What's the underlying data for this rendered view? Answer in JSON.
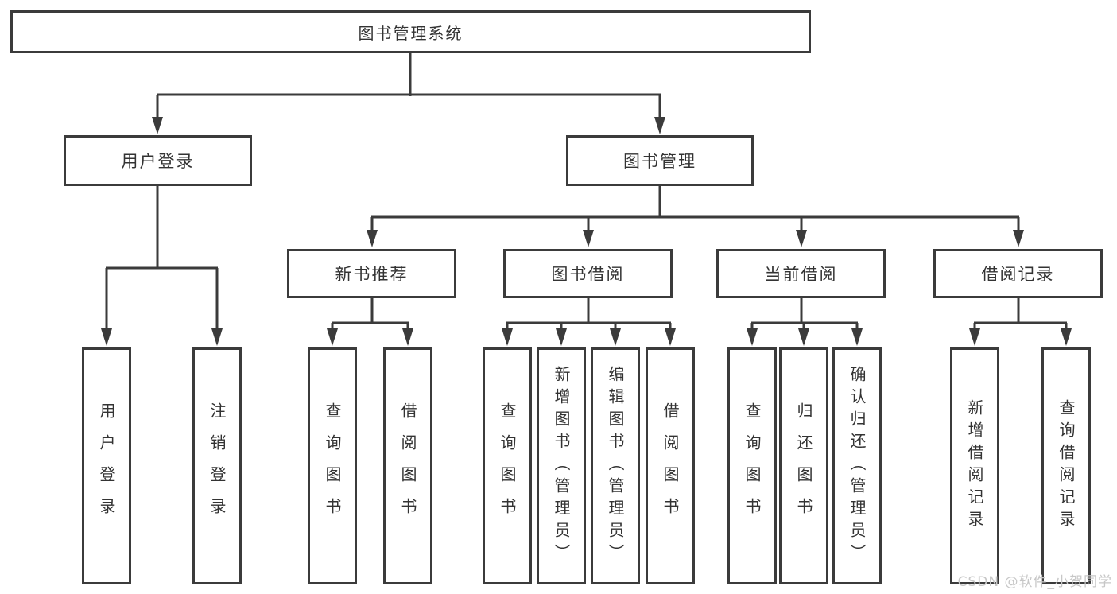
{
  "nodes": {
    "root": {
      "label": "图书管理系统"
    },
    "user_login": {
      "label": "用户登录"
    },
    "book_mgmt": {
      "label": "图书管理"
    },
    "new_books": {
      "label": "新书推荐"
    },
    "book_borrow": {
      "label": "图书借阅"
    },
    "current_borrow": {
      "label": "当前借阅"
    },
    "borrow_records": {
      "label": "借阅记录"
    },
    "leaf_login": {
      "label": "用户登录"
    },
    "leaf_logout": {
      "label": "注销登录"
    },
    "leaf_nb_query": {
      "label": "查询图书"
    },
    "leaf_nb_borrow": {
      "label": "借阅图书"
    },
    "leaf_bb_query": {
      "label": "查询图书"
    },
    "leaf_bb_add": {
      "label": "新增图书（管理员）"
    },
    "leaf_bb_edit": {
      "label": "编辑图书（管理员）"
    },
    "leaf_bb_borrow": {
      "label": "借阅图书"
    },
    "leaf_cb_query": {
      "label": "查询图书"
    },
    "leaf_cb_return": {
      "label": "归还图书"
    },
    "leaf_cb_confirm": {
      "label": "确认归还（管理员）"
    },
    "leaf_br_add": {
      "label": "新增借阅记录"
    },
    "leaf_br_query": {
      "label": "查询借阅记录"
    }
  },
  "watermark": {
    "label": "CSDN @软件_小贺同学"
  },
  "colors": {
    "line": "#3b3b3b",
    "text": "#333333",
    "watermark": "#c7c7c7",
    "background": "#ffffff"
  }
}
